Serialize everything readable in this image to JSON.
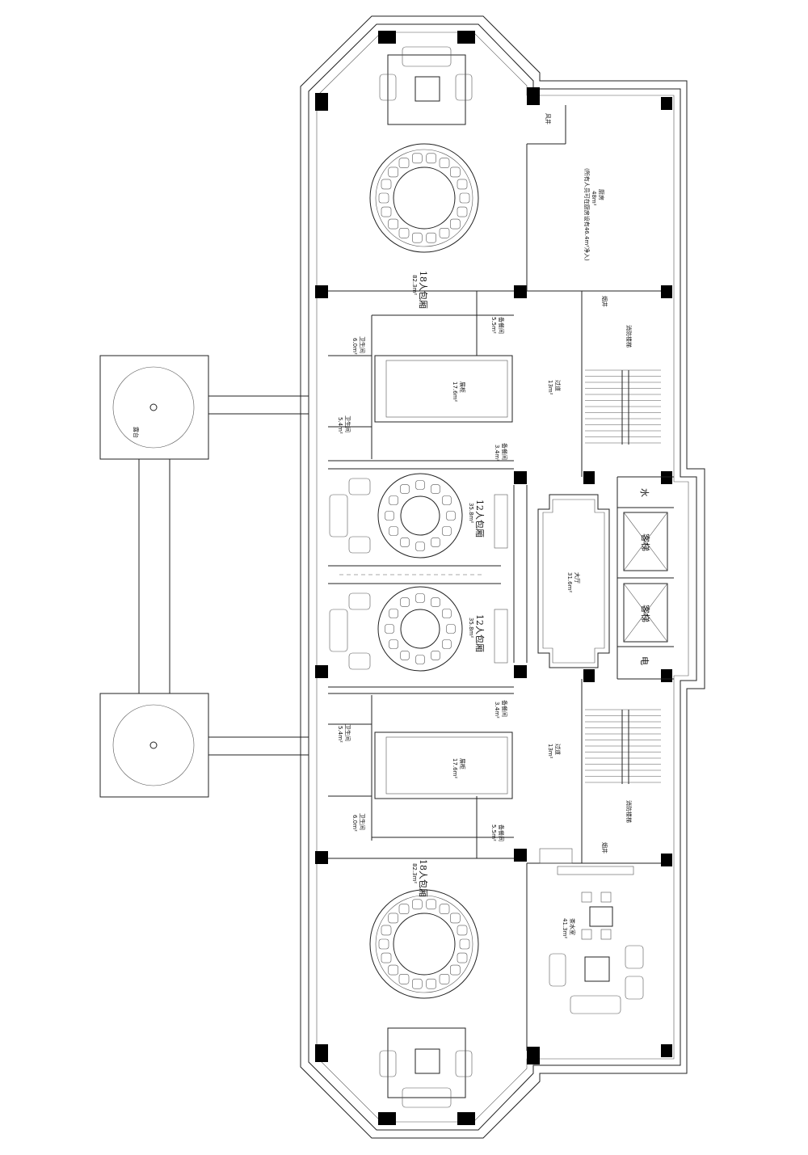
{
  "drawing": {
    "kind": "architectural floor plan",
    "rooms": {
      "vip_top": {
        "name": "18人包厢",
        "area": "82.3m²"
      },
      "vip_bottom": {
        "name": "18人包厢",
        "area": "82.3m²"
      },
      "room12_a": {
        "name": "12人包厢",
        "area": "35.8m²"
      },
      "room12_b": {
        "name": "12人包厢",
        "area": "35.8m²"
      },
      "service_top": {
        "name": "备餐间",
        "area": "5.5m²"
      },
      "service_mid_a": {
        "name": "备餐间",
        "area": "3.4m²"
      },
      "service_mid_b": {
        "name": "备餐间",
        "area": "3.4m²"
      },
      "service_bottom": {
        "name": "备餐间",
        "area": "5.5m²"
      },
      "wc_top": {
        "name": "卫生间",
        "area": "6.0m²"
      },
      "wc_mid_a": {
        "name": "卫生间",
        "area": "5.4m²"
      },
      "wc_mid_b": {
        "name": "卫生间",
        "area": "5.4m²"
      },
      "wc_bottom": {
        "name": "卫生间",
        "area": "6.0m²"
      },
      "corridor_top": {
        "name": "过道",
        "area": "13m²"
      },
      "corridor_bottom": {
        "name": "过道",
        "area": "13m²"
      },
      "stair_top": {
        "name": "消防楼梯"
      },
      "stair_bottom": {
        "name": "消防楼梯"
      },
      "lobby": {
        "name": "大厅",
        "area": "31.6m²"
      },
      "lift_1": {
        "name": "客梯"
      },
      "lift_2": {
        "name": "客梯"
      },
      "shaft_water": {
        "name": "水"
      },
      "shaft_elec": {
        "name": "电"
      },
      "kitchen": {
        "name": "厨房",
        "area": "48m²",
        "note": "(所有人员可在厨房设有46.4m²净入)"
      },
      "tea_room": {
        "name": "茶水室",
        "area": "41.3m²"
      },
      "garden_left": {
        "name": "露台"
      },
      "shaft_top": {
        "name": "风井"
      },
      "smoke_top": {
        "name": "烟井"
      },
      "smoke_bottom": {
        "name": "烟井"
      },
      "display_a": {
        "name": "展柜",
        "area": "17.6m²"
      },
      "display_b": {
        "name": "展柜",
        "area": "17.6m²"
      }
    }
  }
}
